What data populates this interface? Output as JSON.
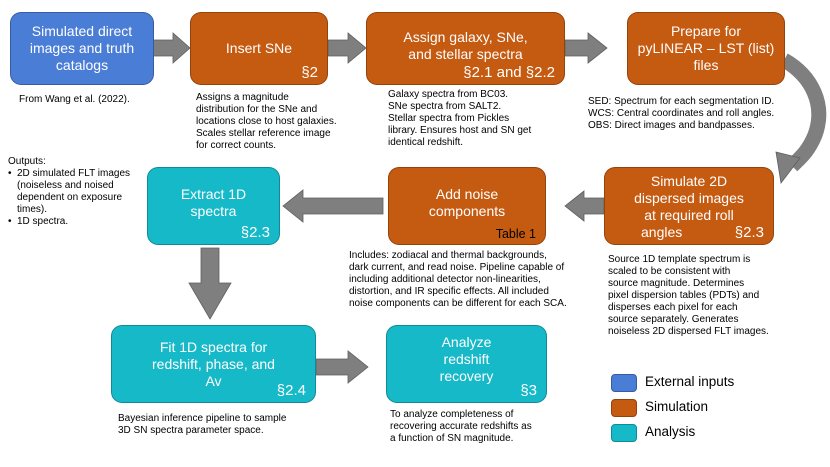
{
  "colors": {
    "external": "#4a7dd6",
    "simulation": "#c55a11",
    "analysis": "#16b9c8",
    "arrow": "#7f7f7f"
  },
  "boxes": {
    "simulated_direct": {
      "title": [
        "Simulated direct",
        "images and truth",
        "catalogs"
      ],
      "ref": ""
    },
    "insert_sne": {
      "title": [
        "Insert SNe"
      ],
      "ref": "§2"
    },
    "assign_galaxy": {
      "title": [
        "Assign galaxy, SNe,",
        "and stellar spectra"
      ],
      "ref": "§2.1 and §2.2"
    },
    "prepare_pylinear": {
      "title": [
        "Prepare for",
        "pyLINEAR – LST (list)",
        "files"
      ],
      "ref": ""
    },
    "simulate_2d": {
      "title": [
        "Simulate 2D",
        "dispersed images",
        "at required roll",
        "angles"
      ],
      "ref": "§2.3"
    },
    "add_noise": {
      "title": [
        "Add noise",
        "components"
      ],
      "ref": "Table 1"
    },
    "extract_1d": {
      "title": [
        "Extract 1D",
        "spectra"
      ],
      "ref": "§2.3"
    },
    "fit_1d": {
      "title": [
        "Fit 1D spectra for",
        "redshift, phase, and",
        "Av"
      ],
      "ref": "§2.4"
    },
    "analyze_redshift": {
      "title": [
        "Analyze",
        "redshift",
        "recovery"
      ],
      "ref": "§3"
    }
  },
  "notes": {
    "from_wang": [
      "From Wang et al. (2022)."
    ],
    "insert_sne": [
      "Assigns a magnitude",
      "distribution for the SNe and",
      "locations close to host galaxies.",
      "Scales stellar reference image",
      "for correct counts."
    ],
    "assign_galaxy": [
      "Galaxy spectra from BC03.",
      "SNe spectra from SALT2.",
      "Stellar spectra from Pickles",
      "library. Ensures host and SN get",
      "identical redshift."
    ],
    "prepare_pylinear": [
      "SED: Spectrum for each segmentation ID.",
      "WCS: Central coordinates and roll angles.",
      "OBS: Direct images and bandpasses."
    ],
    "outputs_heading": "Outputs:",
    "outputs_items": [
      [
        "2D simulated FLT images",
        "(noiseless and noised",
        "dependent on exposure",
        "times)."
      ],
      [
        "1D spectra."
      ]
    ],
    "add_noise": [
      "Includes: zodiacal and thermal backgrounds,",
      "dark current, and read noise. Pipeline capable of",
      "including additional detector non-linearities,",
      "distortion, and IR specific effects. All included",
      "noise components can be different for each SCA."
    ],
    "simulate_2d": [
      "Source 1D template spectrum is",
      "scaled to be consistent with",
      "source magnitude. Determines",
      "pixel dispersion tables (PDTs) and",
      "disperses each pixel for each",
      "source separately. Generates",
      "noiseless 2D dispersed FLT images."
    ],
    "fit_1d": [
      "Bayesian inference pipeline to sample",
      "3D SN spectra parameter space."
    ],
    "analyze_redshift": [
      "To analyze completeness of",
      "recovering accurate redshifts as",
      "a function of SN magnitude."
    ]
  },
  "legend": [
    {
      "label": "External inputs",
      "color": "#4a7dd6"
    },
    {
      "label": "Simulation",
      "color": "#c55a11"
    },
    {
      "label": "Analysis",
      "color": "#16b9c8"
    }
  ]
}
